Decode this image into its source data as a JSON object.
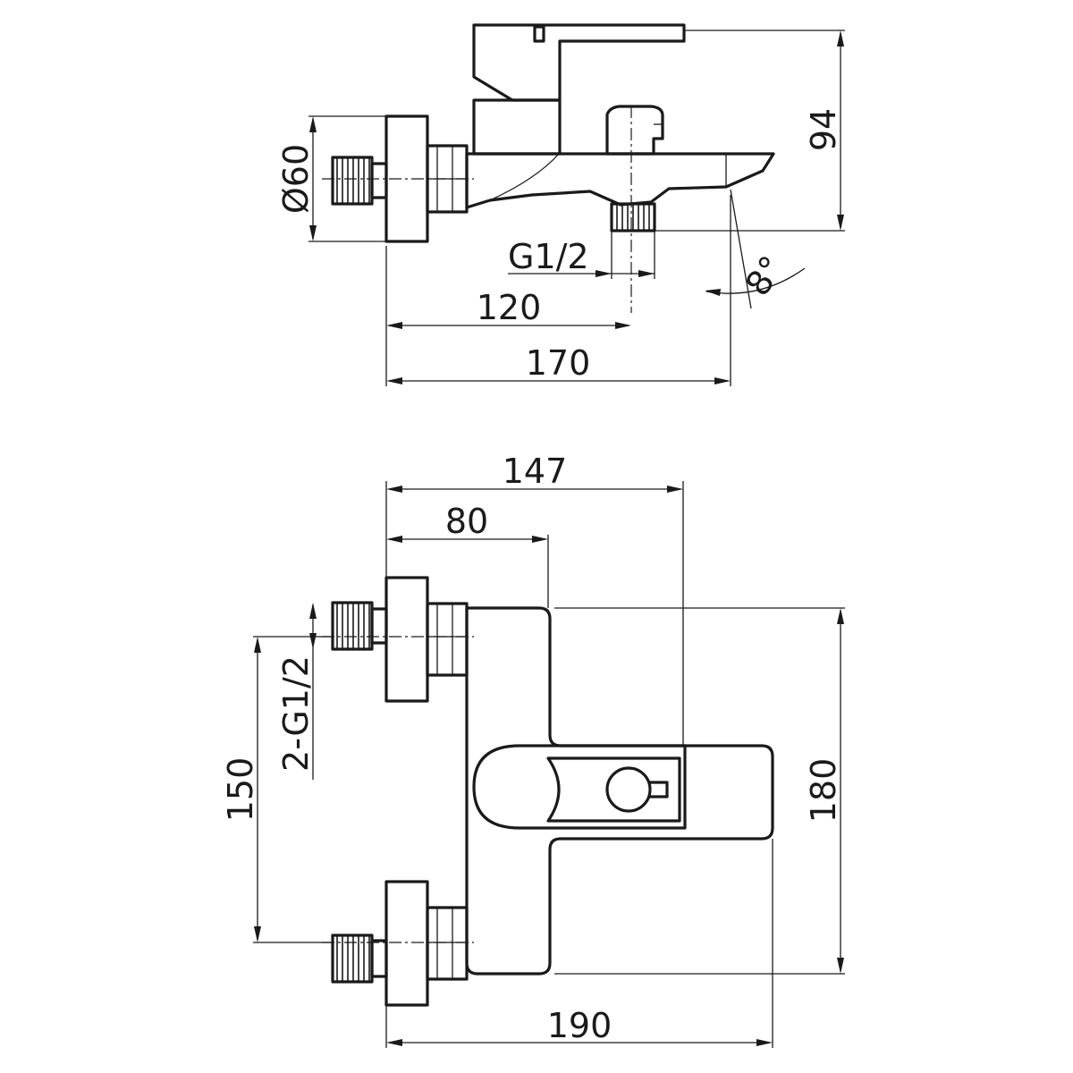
{
  "side_view": {
    "dim_diameter": "Ø60",
    "dim_height": "94",
    "dim_outlet_thread": "G1/2",
    "dim_outlet_distance": "120",
    "dim_total_length": "170",
    "dim_spout_angle": "8°"
  },
  "top_view": {
    "dim_width_147": "147",
    "dim_width_80": "80",
    "dim_inlet_thread": "2-G1/2",
    "dim_inlet_spacing": "150",
    "dim_height_180": "180",
    "dim_total_width": "190"
  },
  "colors": {
    "line": "#1a1a1a",
    "background": "#ffffff"
  }
}
